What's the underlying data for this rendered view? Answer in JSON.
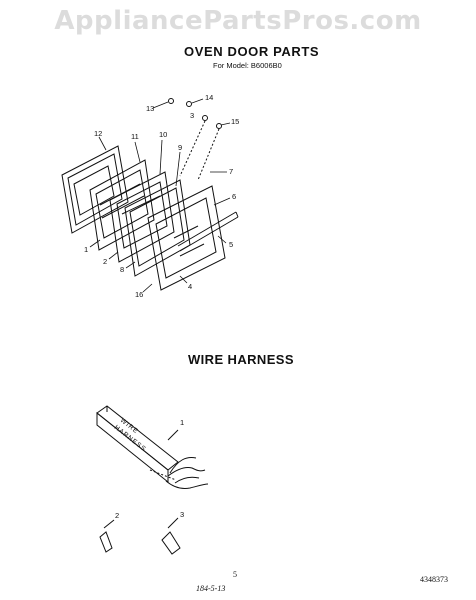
{
  "watermark": "AppliancePartsPros.com",
  "section1": {
    "title": "OVEN DOOR PARTS",
    "subtitle": "For Model: B6006B0",
    "callouts": [
      "13",
      "14",
      "3",
      "15",
      "12",
      "11",
      "10",
      "9",
      "7",
      "6",
      "5",
      "1",
      "2",
      "8",
      "4",
      "16"
    ]
  },
  "section2": {
    "title": "WIRE HARNESS",
    "box_text": [
      "WIRE",
      "HARNESS"
    ],
    "callouts": [
      "1",
      "2",
      "3"
    ]
  },
  "footer": {
    "page_number": "5",
    "handwritten": "184-5-13",
    "doc_number": "4348373"
  }
}
